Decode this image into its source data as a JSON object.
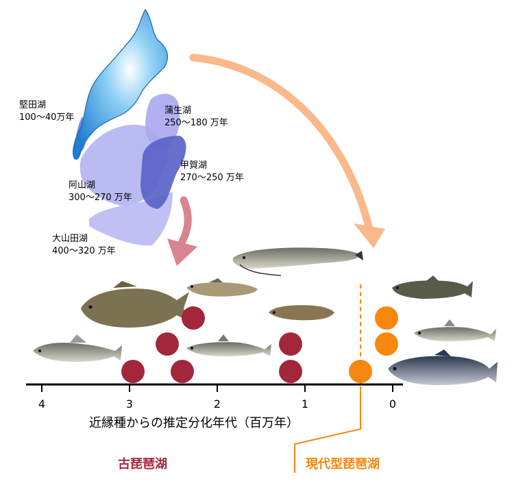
{
  "lakes": [
    {
      "name": "堅田湖",
      "age": "100〜40万年"
    },
    {
      "name": "蒲生湖",
      "age": "250〜180 万年"
    },
    {
      "name": "甲賀湖",
      "age": "270〜250 万年"
    },
    {
      "name": "阿山湖",
      "age": "300〜270 万年"
    },
    {
      "name": "大山田湖",
      "age": "400〜320 万年"
    }
  ],
  "axis": {
    "title": "近縁種からの推定分化年代（百万年）",
    "ticks": [
      "4",
      "3",
      "2",
      "1",
      "0"
    ]
  },
  "groups": {
    "ancient": {
      "label": "古琵琶湖",
      "color": "#a3273a"
    },
    "modern": {
      "label": "現代型琵琶湖",
      "color": "#f7870f"
    }
  },
  "colors": {
    "lake_modern": "#3aa0e0",
    "lake_paleo": "#b3b3f2",
    "lake_koka": "#5a64c8",
    "arrow_ancient": "#d9858f",
    "arrow_modern": "#f9b98a"
  },
  "fish_icons": [
    "loach-icon",
    "crucian-carp-icon",
    "goby-icon",
    "dace-icon",
    "gudgeon-icon",
    "catfish-icon",
    "chub-icon",
    "ayu-icon",
    "salmon-icon",
    "sculpin-icon"
  ]
}
